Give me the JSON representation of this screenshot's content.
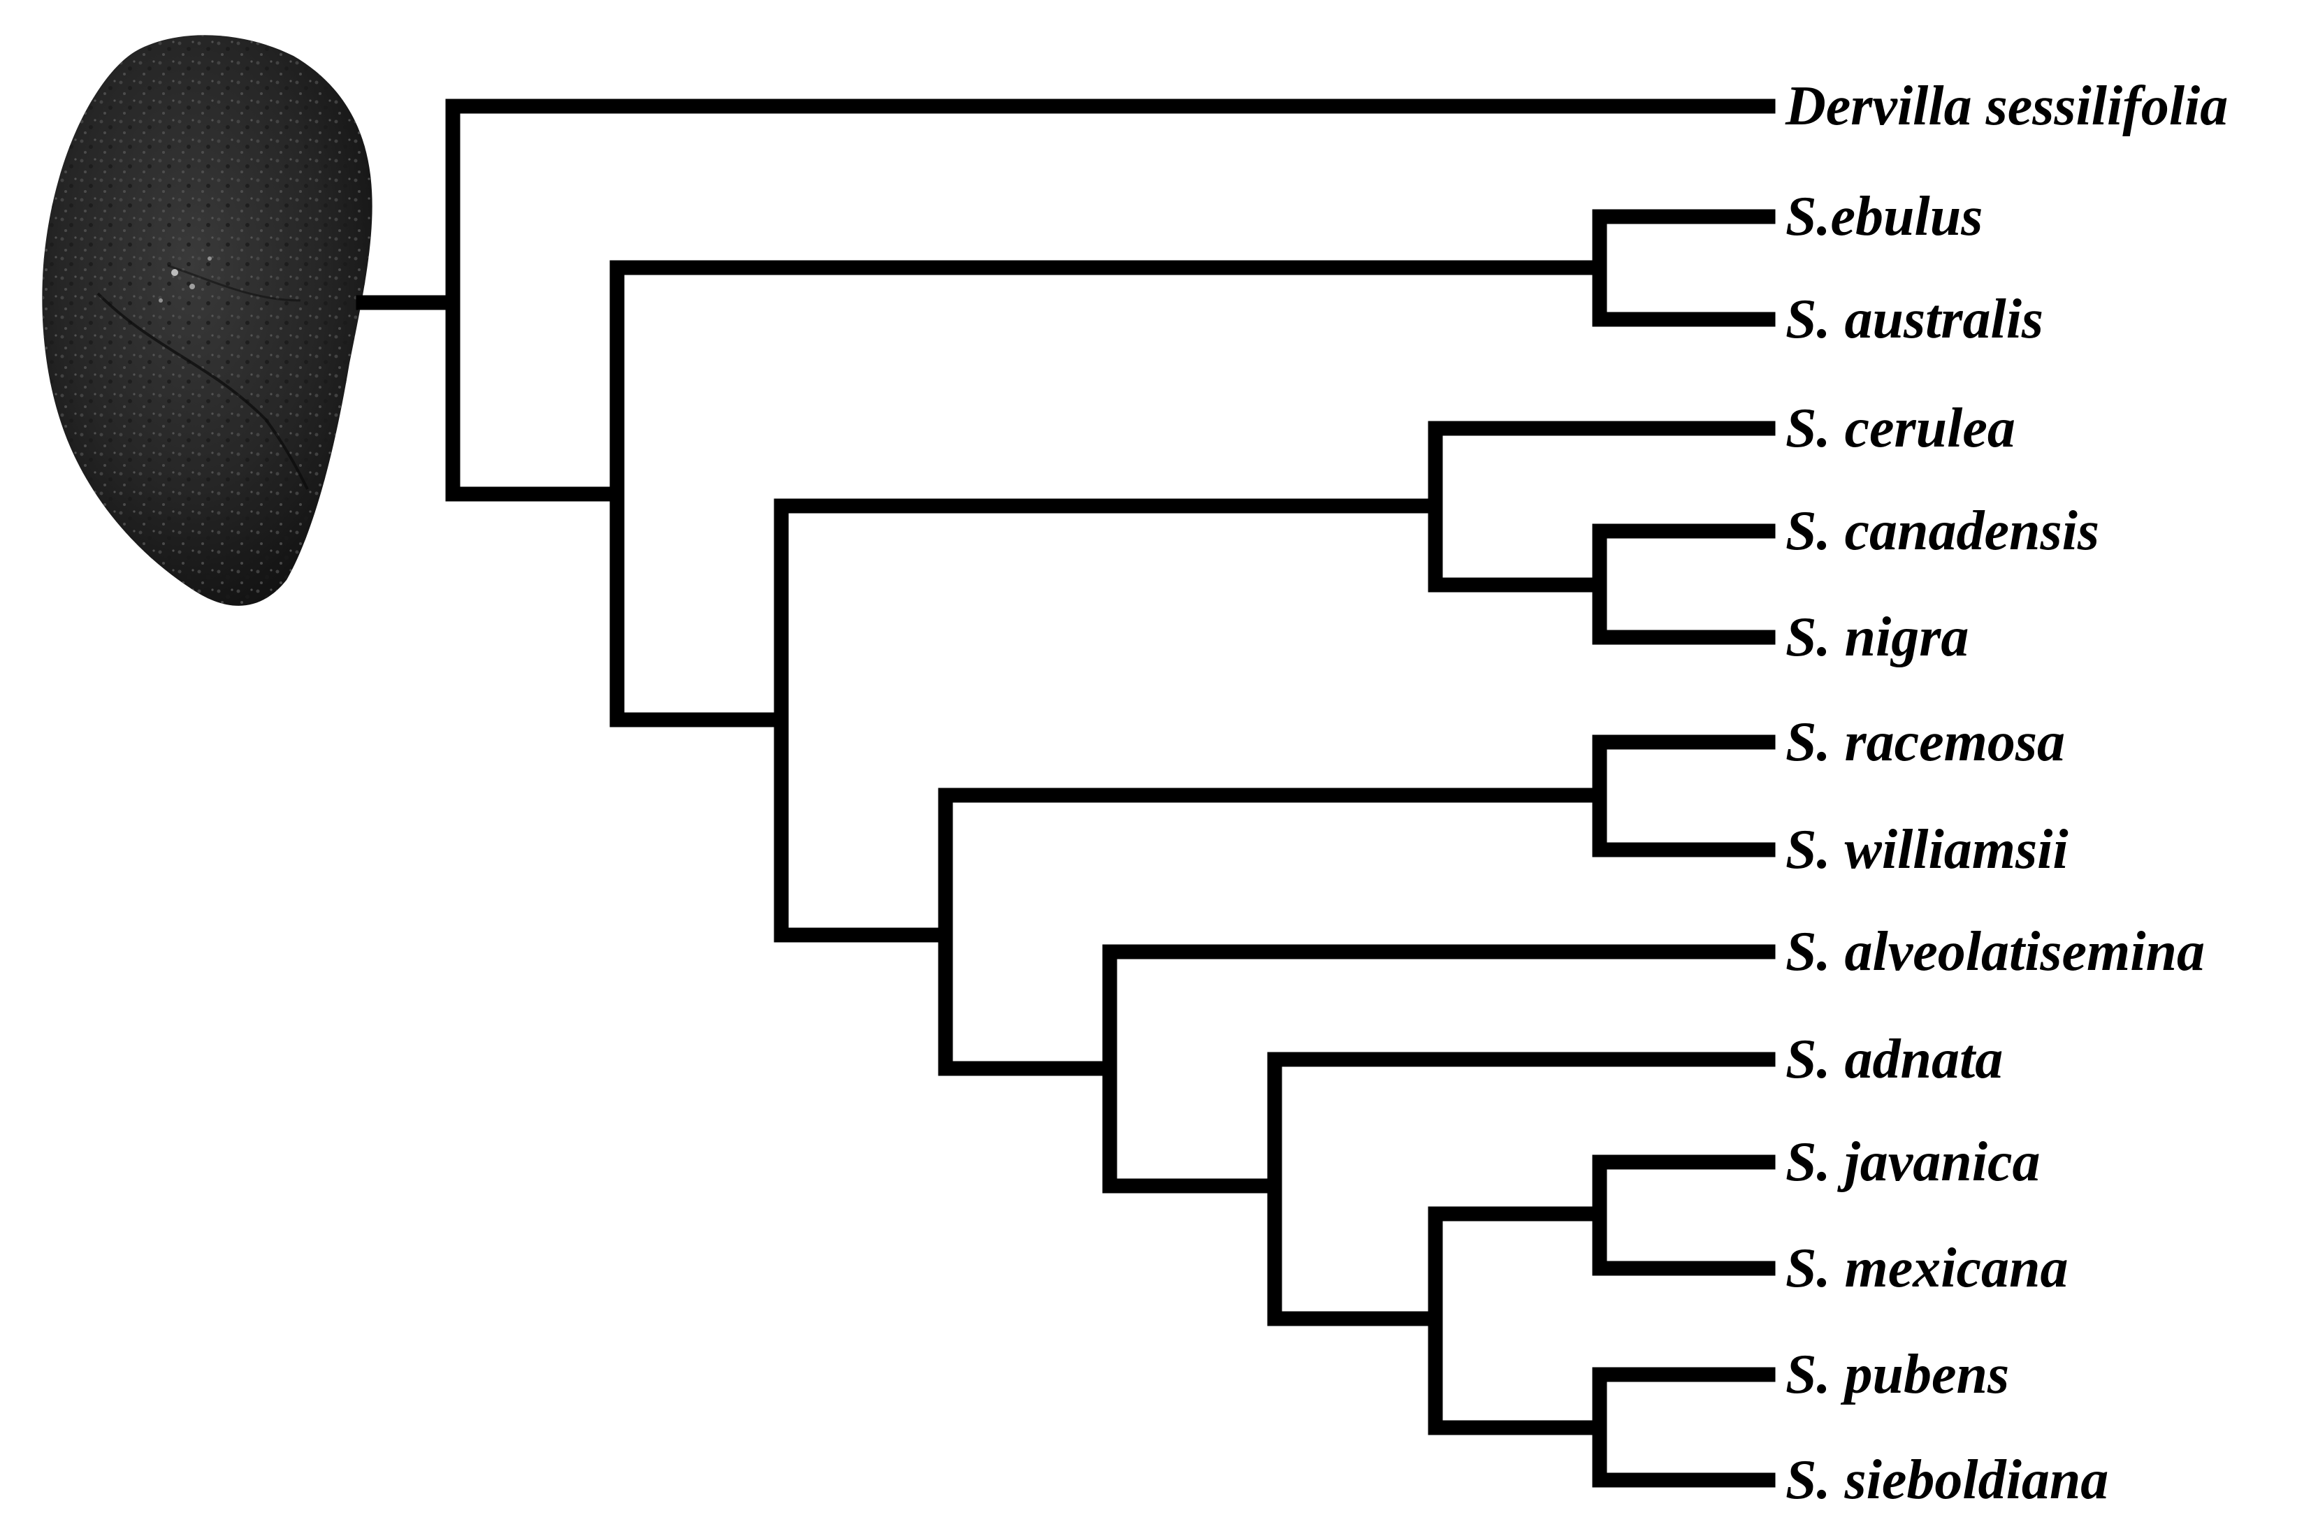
{
  "figure": {
    "type": "phylogenetic-cladogram",
    "root_image": "seed-fossil-photo",
    "line_color": "#000000",
    "background": "#ffffff"
  },
  "taxa": [
    {
      "id": "dervilla-sessilifolia",
      "label": "Dervilla sessilifolia"
    },
    {
      "id": "s-ebulus",
      "label": "S.ebulus"
    },
    {
      "id": "s-australis",
      "label": "S. australis"
    },
    {
      "id": "s-cerulea",
      "label": "S. cerulea"
    },
    {
      "id": "s-canadensis",
      "label": "S. canadensis"
    },
    {
      "id": "s-nigra",
      "label": "S. nigra"
    },
    {
      "id": "s-racemosa",
      "label": "S. racemosa"
    },
    {
      "id": "s-williamsii",
      "label": "S. williamsii"
    },
    {
      "id": "s-alveolatisemina",
      "label": "S. alveolatisemina"
    },
    {
      "id": "s-adnata",
      "label": "S. adnata"
    },
    {
      "id": "s-javanica",
      "label": "S. javanica"
    },
    {
      "id": "s-mexicana",
      "label": "S. mexicana"
    },
    {
      "id": "s-pubens",
      "label": "S. pubens"
    },
    {
      "id": "s-sieboldiana",
      "label": "S. sieboldiana"
    }
  ]
}
